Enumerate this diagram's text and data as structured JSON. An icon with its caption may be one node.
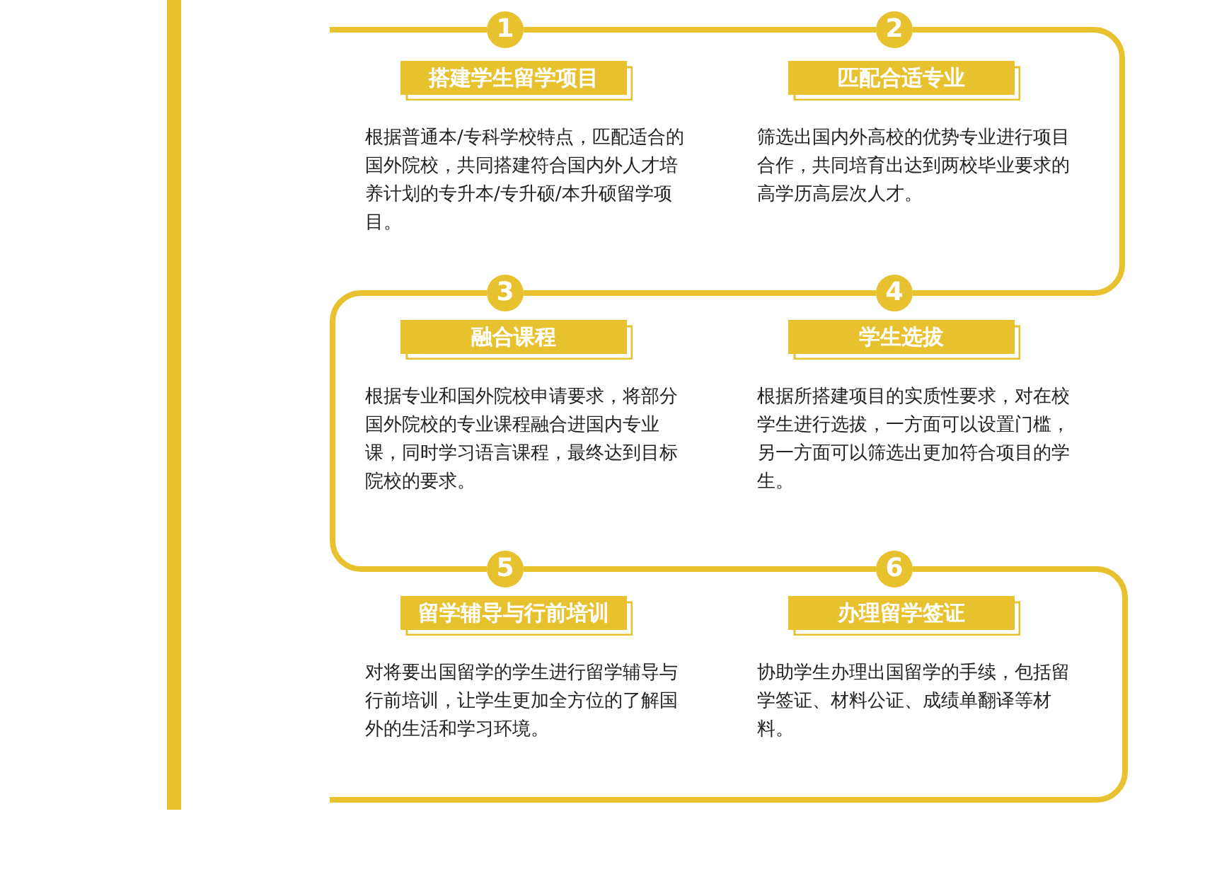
{
  "diagram": {
    "nodes": [
      {
        "text": [
          "1"
        ]
      },
      {
        "text": [
          "搭建学生留学项目"
        ],
        "beside": [
          "根据普通本/专科学校特点，匹配适合的国外院校，共同搭建符合国内外人才培养计划的专升本/专升硕/本升硕留学项目。"
        ]
      },
      {
        "text": [
          "2"
        ]
      },
      {
        "text": [
          "匹配合适专业"
        ],
        "beside": [
          "筛选出国内外高校的优势专业进行项目合作，共同培育出达到两校毕业要求的高学历高层次人才。"
        ]
      },
      {
        "text": [
          "3"
        ]
      },
      {
        "text": [
          "融合课程"
        ],
        "beside": [
          "根据专业和国外院校申请要求，将部分国外院校的专业课程融合进国内专业课，同时学习语言课程，最终达到目标院校的要求。"
        ]
      },
      {
        "text": [
          "4"
        ]
      },
      {
        "text": [
          "学生选拔"
        ],
        "beside": [
          "根据所搭建项目的实质性要求，对在校学生进行选拔，一方面可以设置门槛，另一方面可以筛选出更加符合项目的学生。"
        ]
      },
      {
        "text": [
          "5"
        ]
      },
      {
        "text": [
          "留学辅导与行前培训"
        ],
        "beside": [
          "对将要出国留学的学生进行留学辅导与行前培训，让学生更加全方位的了解国外的生活和学习环境。"
        ]
      },
      {
        "text": [
          "6"
        ]
      },
      {
        "text": [
          "办理留学签证"
        ],
        "beside": [
          "协助学生办理出国留学的手续，包括留学签证、材料公证、成绩单翻译等材料。"
        ]
      }
    ],
    "edges": [
      {
        "from": null,
        "to": 0,
        "arrow": "none"
      },
      {
        "from": 0,
        "to": 2,
        "arrow": "none"
      },
      {
        "from": 2,
        "to": 6,
        "arrow": "none"
      },
      {
        "from": 6,
        "to": 4,
        "arrow": "none"
      },
      {
        "from": 4,
        "to": 8,
        "arrow": "none"
      },
      {
        "from": 8,
        "to": 10,
        "arrow": "none"
      },
      {
        "from": 10,
        "to": null,
        "arrow": "none"
      }
    ]
  }
}
